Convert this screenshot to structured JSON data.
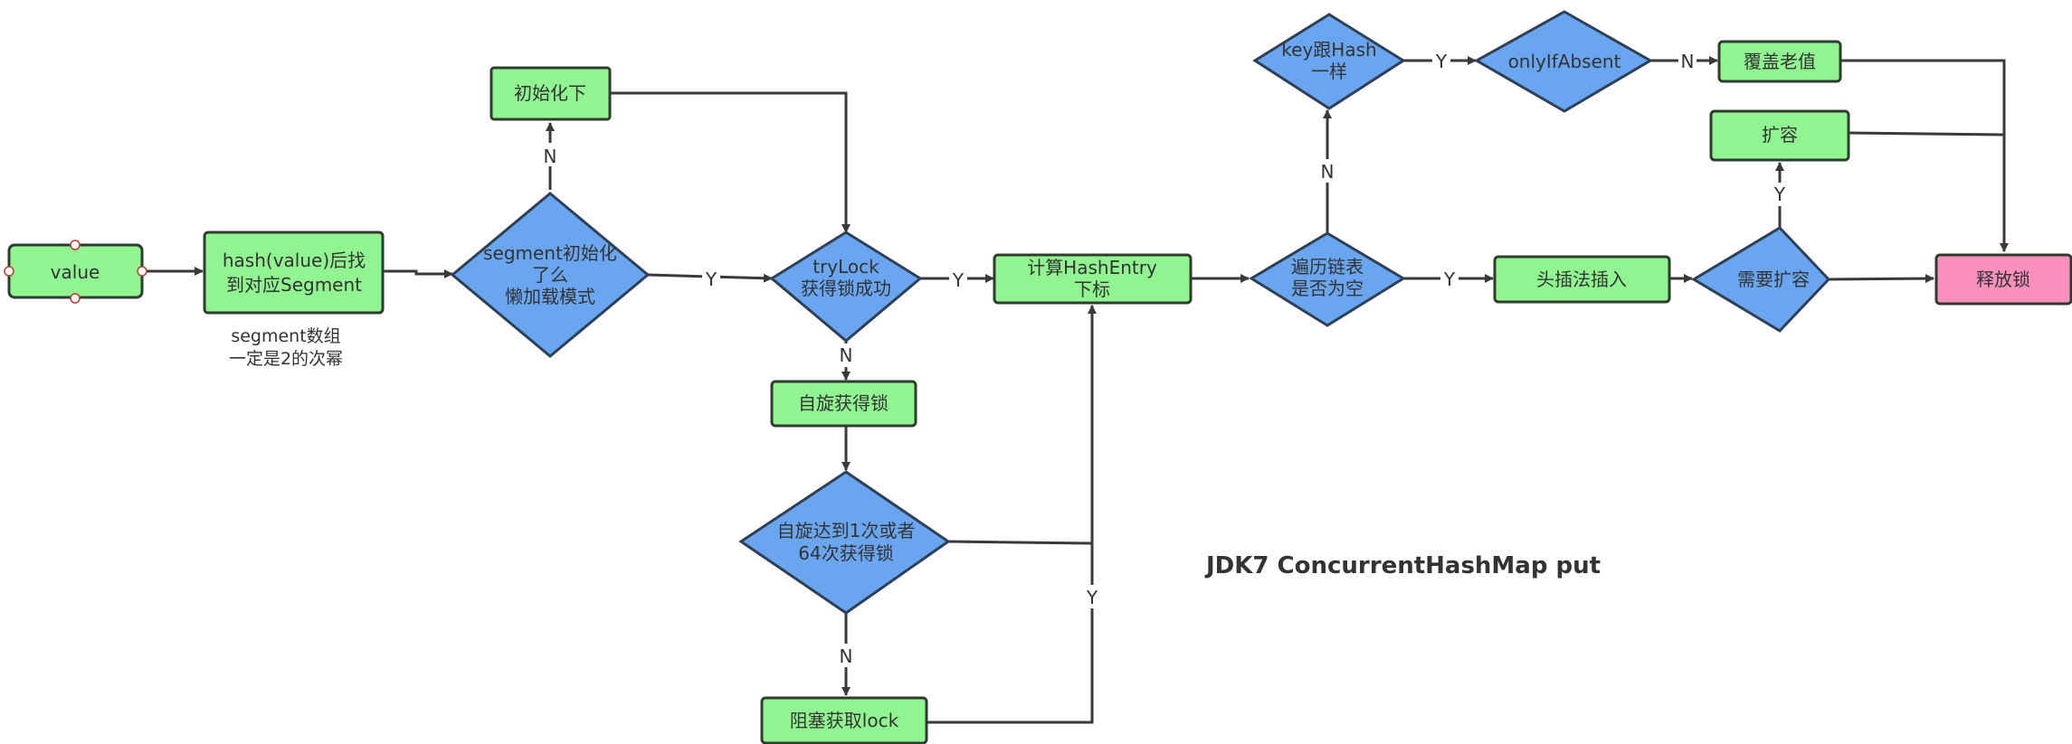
{
  "colors": {
    "process": "#90f590",
    "decision": "#6aa6f0",
    "terminal": "#fb8fbd",
    "line": "#3a3a3a",
    "text": "#333333"
  },
  "title": "JDK7 ConcurrentHashMap put",
  "nodes": {
    "value": "value",
    "hash_line1": "hash(value)后找",
    "hash_line2": "到对应Segment",
    "seg_init_line1": "segment初始化",
    "seg_init_line2": "了么",
    "seg_init_line3": "懒加载模式",
    "init": "初始化下",
    "trylock_line1": "tryLock",
    "trylock_line2": "获得锁成功",
    "spin": "自旋获得锁",
    "spin64_line1": "自旋达到1次或者",
    "spin64_line2": "64次获得锁",
    "block": "阻塞获取lock",
    "calc_line1": "计算HashEntry",
    "calc_line2": "下标",
    "traverse_line1": "遍历链表",
    "traverse_line2": "是否为空",
    "keyhash_line1": "key跟Hash",
    "keyhash_line2": "一样",
    "onlyifabsent": "onlyIfAbsent",
    "overwrite": "覆盖老值",
    "head_insert": "头插法插入",
    "need_resize": "需要扩容",
    "resize": "扩容",
    "release": "释放锁"
  },
  "note": {
    "line1": "segment数组",
    "line2": "一定是2的次幂"
  },
  "edge_labels": {
    "seg_no": "N",
    "seg_yes": "Y",
    "trylock_yes": "Y",
    "trylock_no": "N",
    "spin64_no": "N",
    "spin64_yes": "Y",
    "traverse_no": "N",
    "traverse_yes": "Y",
    "keyhash_yes": "Y",
    "onlyifabsent_no": "N",
    "resize_yes": "Y"
  }
}
